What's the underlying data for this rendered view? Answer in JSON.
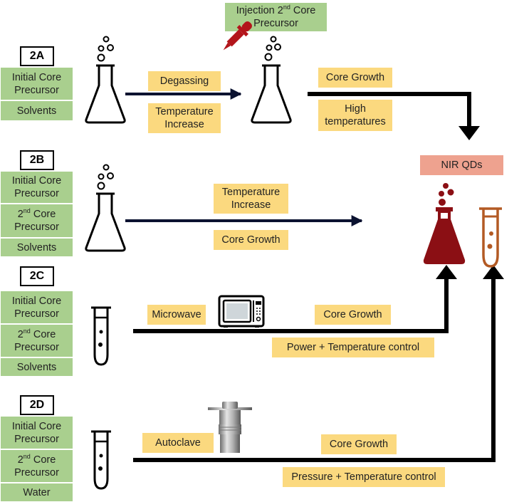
{
  "panels": {
    "a": {
      "label": "2A",
      "inputs": [
        "Initial Core Precursor",
        "Solvents"
      ],
      "steps": [
        "Degassing",
        "Temperature Increase",
        "Core Growth",
        "High temperatures"
      ],
      "injection": {
        "pre": "Injection 2",
        "sup": "nd",
        "post": " Core",
        "line2": "Precursor"
      }
    },
    "b": {
      "label": "2B",
      "inputs": [
        "Initial Core Precursor",
        "Solvents"
      ],
      "second_core": {
        "sup": "nd",
        "post": " Core",
        "line2": "Precursor"
      },
      "steps": [
        "Temperature Increase",
        "Core Growth"
      ]
    },
    "c": {
      "label": "2C",
      "inputs": [
        "Initial Core Precursor",
        "Solvents"
      ],
      "second_core": {
        "sup": "nd",
        "post": " Core",
        "line2": "Precursor"
      },
      "steps": [
        "Microwave",
        "Core Growth",
        "Power + Temperature control"
      ]
    },
    "d": {
      "label": "2D",
      "inputs": [
        "Initial Core Precursor",
        "Water"
      ],
      "second_core": {
        "sup": "nd",
        "post": " Core",
        "line2": "Precursor"
      },
      "steps": [
        "Autoclave",
        "Core Growth",
        "Pressure + Temperature control"
      ]
    }
  },
  "output": {
    "label": "NIR QDs"
  },
  "colors": {
    "green": "#a9cf8e",
    "yellow": "#fbd97f",
    "pink": "#eea28f",
    "product_red": "#8b0f14",
    "product_brown": "#b35a24",
    "navy_arrow": "#0b1230"
  }
}
